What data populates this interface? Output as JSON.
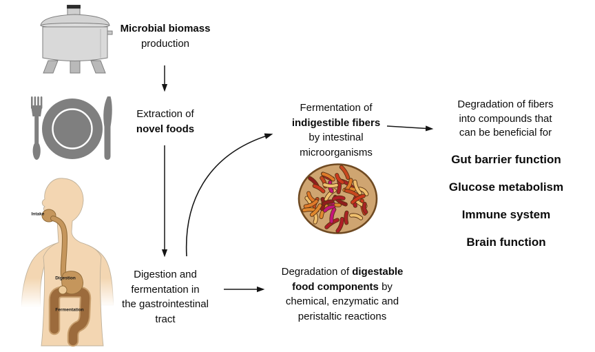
{
  "flow": {
    "microbial": {
      "line1": "Microbial biomass",
      "line2": "production"
    },
    "extraction": {
      "line1": "Extraction of",
      "line2": "novel foods"
    },
    "gi": {
      "line1": "Digestion and",
      "line2": "fermentation in",
      "line3": "the gastrointestinal",
      "line4": "tract"
    },
    "fibers": {
      "line1": "Fermentation of",
      "line2": "indigestible fibers",
      "line3": "by intestinal",
      "line4": "microorganisms"
    },
    "food": {
      "line1a": "Degradation of ",
      "line1b": "digestable",
      "line2a": "food components",
      "line2b": " by",
      "line3": "chemical, enzymatic and",
      "line4": "peristaltic reactions"
    },
    "benefits": {
      "line1": "Degradation of fibers",
      "line2": "into compounds that",
      "line3": "can be beneficial for",
      "items": [
        "Gut barrier function",
        "Glucose metabolism",
        "Immune system",
        "Brain function"
      ]
    }
  },
  "body_labels": {
    "intake": "Intake",
    "digestion": "Digestion",
    "fermentation": "Fermentation"
  },
  "icons": {
    "fermenter": "fermenter-tank-icon",
    "plate": "plate-cutlery-icon",
    "body": "human-digestive-system-icon",
    "dish": "gut-bacteria-icon"
  },
  "colors": {
    "text": "#0b0b0b",
    "arrow": "#151515",
    "icon_gray": "#7f7f7f",
    "tank_body": "#d9d9d9",
    "tank_outline": "#7d7d7d",
    "skin": "#f3d6b2",
    "skin_outline": "#beb09a",
    "gut_light": "#c5965c",
    "gut_dark": "#9c6b3c",
    "gut_dark_outline": "#c89f6e",
    "dish_fill": "#cfa571",
    "dish_rim": "#6f4a22",
    "bacteria_outline": "#5a3212",
    "bacteria_palette": [
      "#b01e28",
      "#e0882f",
      "#c7481f",
      "#efc06e",
      "#a92425",
      "#c4157c",
      "#8f1d1d",
      "#df7a2a",
      "#efc06e",
      "#cc3a1e"
    ]
  }
}
